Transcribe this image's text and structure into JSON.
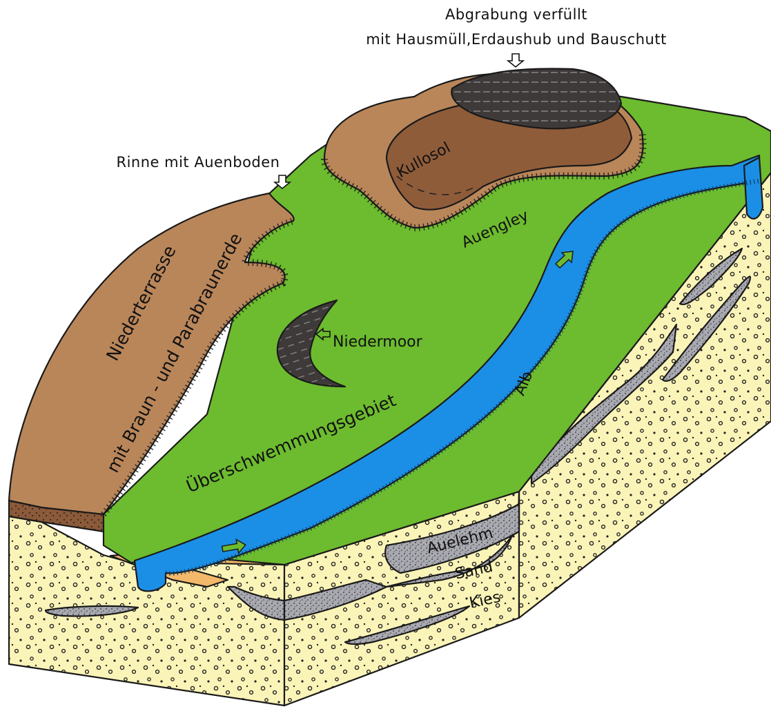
{
  "labels": {
    "abgrabung_line1": "Abgrabung verfüllt",
    "abgrabung_line2": "mit Hausmüll,Erdaushub und Bauschutt",
    "rinne": "Rinne mit Auenboden",
    "kullosol": "Kullosol",
    "auengley": "Auengley",
    "niederterrasse": "Niederterrasse",
    "braunerde": "mit Braun - und Parabraunerde",
    "niedermoor": "Niedermoor",
    "alb": "Alb",
    "ueberschwemmung": "Überschwemmungsgebiet",
    "auelehm": "Auelehm",
    "sand": "Sand",
    "kies": "Kies"
  },
  "colors": {
    "floodplain_green": "#6dbb2f",
    "terrace_brown": "#b9865a",
    "kullosol_brown": "#8f5c3a",
    "fill_dark": "#3f3a3a",
    "river_blue": "#1b8fe6",
    "auelehm_orange": "#f3b86a",
    "gravel_yellow": "#fbf4b8",
    "sand_grey": "#a9a9b1"
  }
}
